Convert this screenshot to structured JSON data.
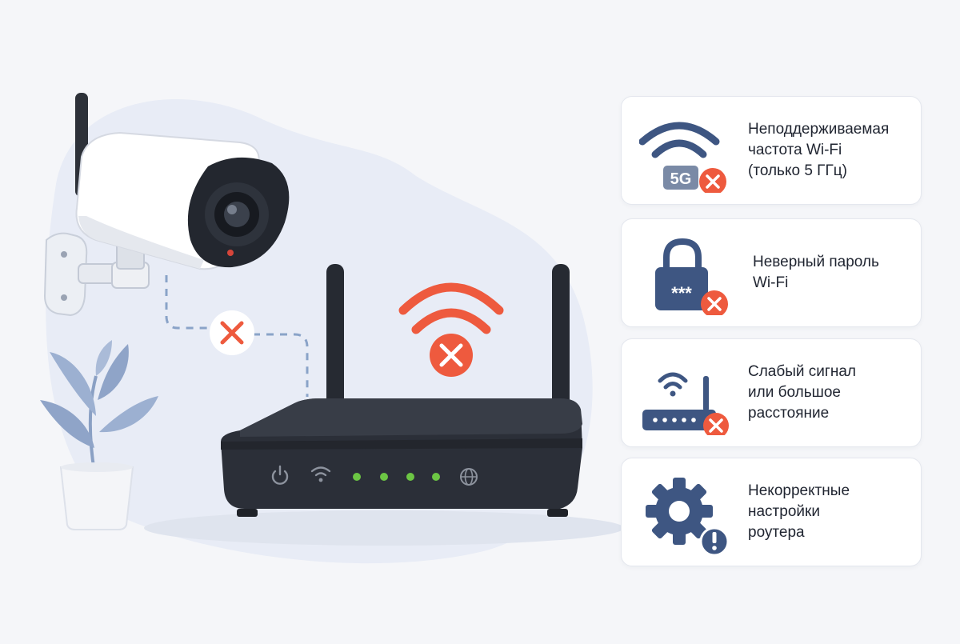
{
  "colors": {
    "navy": "#3e5682",
    "alert_red": "#ee5a3e",
    "router_body": "#2b2f38",
    "led_green": "#6cc644",
    "plant_leaf": "#8fa4c8",
    "background_blob": "#e8ecf6"
  },
  "illustration": {
    "camera_icon": "security-camera",
    "router_icon": "wifi-router",
    "router_status_icon": "wifi-error-icon",
    "link_status_icon": "disconnected-x-icon",
    "router_indicators": [
      "power-icon",
      "wifi-icon",
      "led",
      "led",
      "led",
      "led",
      "globe-icon"
    ],
    "decor": "potted-plant"
  },
  "issues": [
    {
      "icon": "wifi-5g-error-icon",
      "badge_text": "5G",
      "status_icon": "error-x-icon",
      "label": "Неподдерживаемая\nчастота Wi-Fi\n(только 5 ГГц)"
    },
    {
      "icon": "padlock-icon",
      "badge_text": "***",
      "status_icon": "error-x-icon",
      "label": "Неверный пароль\nWi-Fi"
    },
    {
      "icon": "weak-signal-router-icon",
      "status_icon": "error-x-icon",
      "label": "Слабый сигнал\nили большое\nрасстояние"
    },
    {
      "icon": "gear-icon",
      "status_icon": "warning-exclamation-icon",
      "label": "Некорректные\nнастройки\nроутера"
    }
  ]
}
